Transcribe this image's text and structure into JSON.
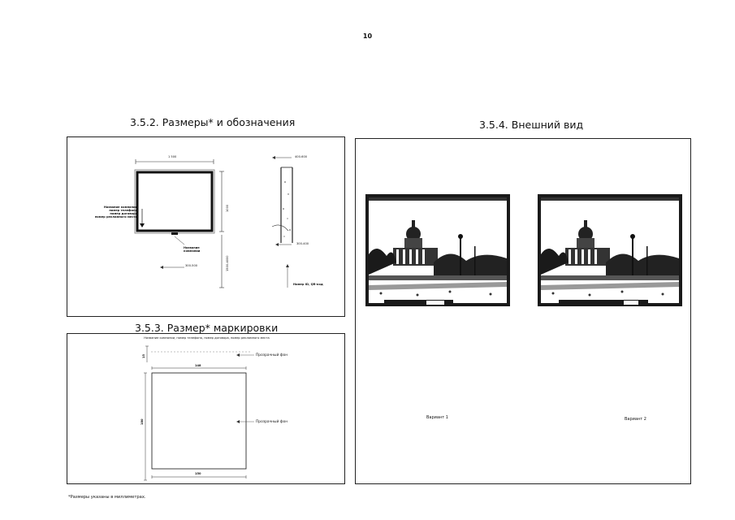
{
  "page_number": "10",
  "sections": {
    "sizes": {
      "title": "3.5.2. Размеры* и обозначения",
      "dim_width": "1 500",
      "dim_height": "1000",
      "dim_bottom_offset": "1500-4000",
      "dim_pole_top": "400-600",
      "dim_pole_side": "300-400",
      "dim_plate_offset": "300-500",
      "label_marking": [
        "Название компании",
        "номер телефона",
        "номер договора",
        "номер рекламного места"
      ],
      "label_company": [
        "Название",
        "компании"
      ],
      "label_id": "Номер ID, QR-код"
    },
    "marking": {
      "title": "3.5.3. Размер* маркировки",
      "top_note": "Название компании, номер телефона, номер договора, номер рекламного места",
      "dim_top": "15",
      "dim_width": "148",
      "dim_height": "180",
      "dim_bottom": "150",
      "bg_top": "Прозрачный фон",
      "bg_middle": "Прозрачный фон"
    },
    "appearance": {
      "title": "3.5.4. Внешний вид",
      "variant1": "Вариант 1",
      "variant2": "Вариант 2"
    }
  },
  "footnote": "*Размеры указаны в миллиметрах."
}
